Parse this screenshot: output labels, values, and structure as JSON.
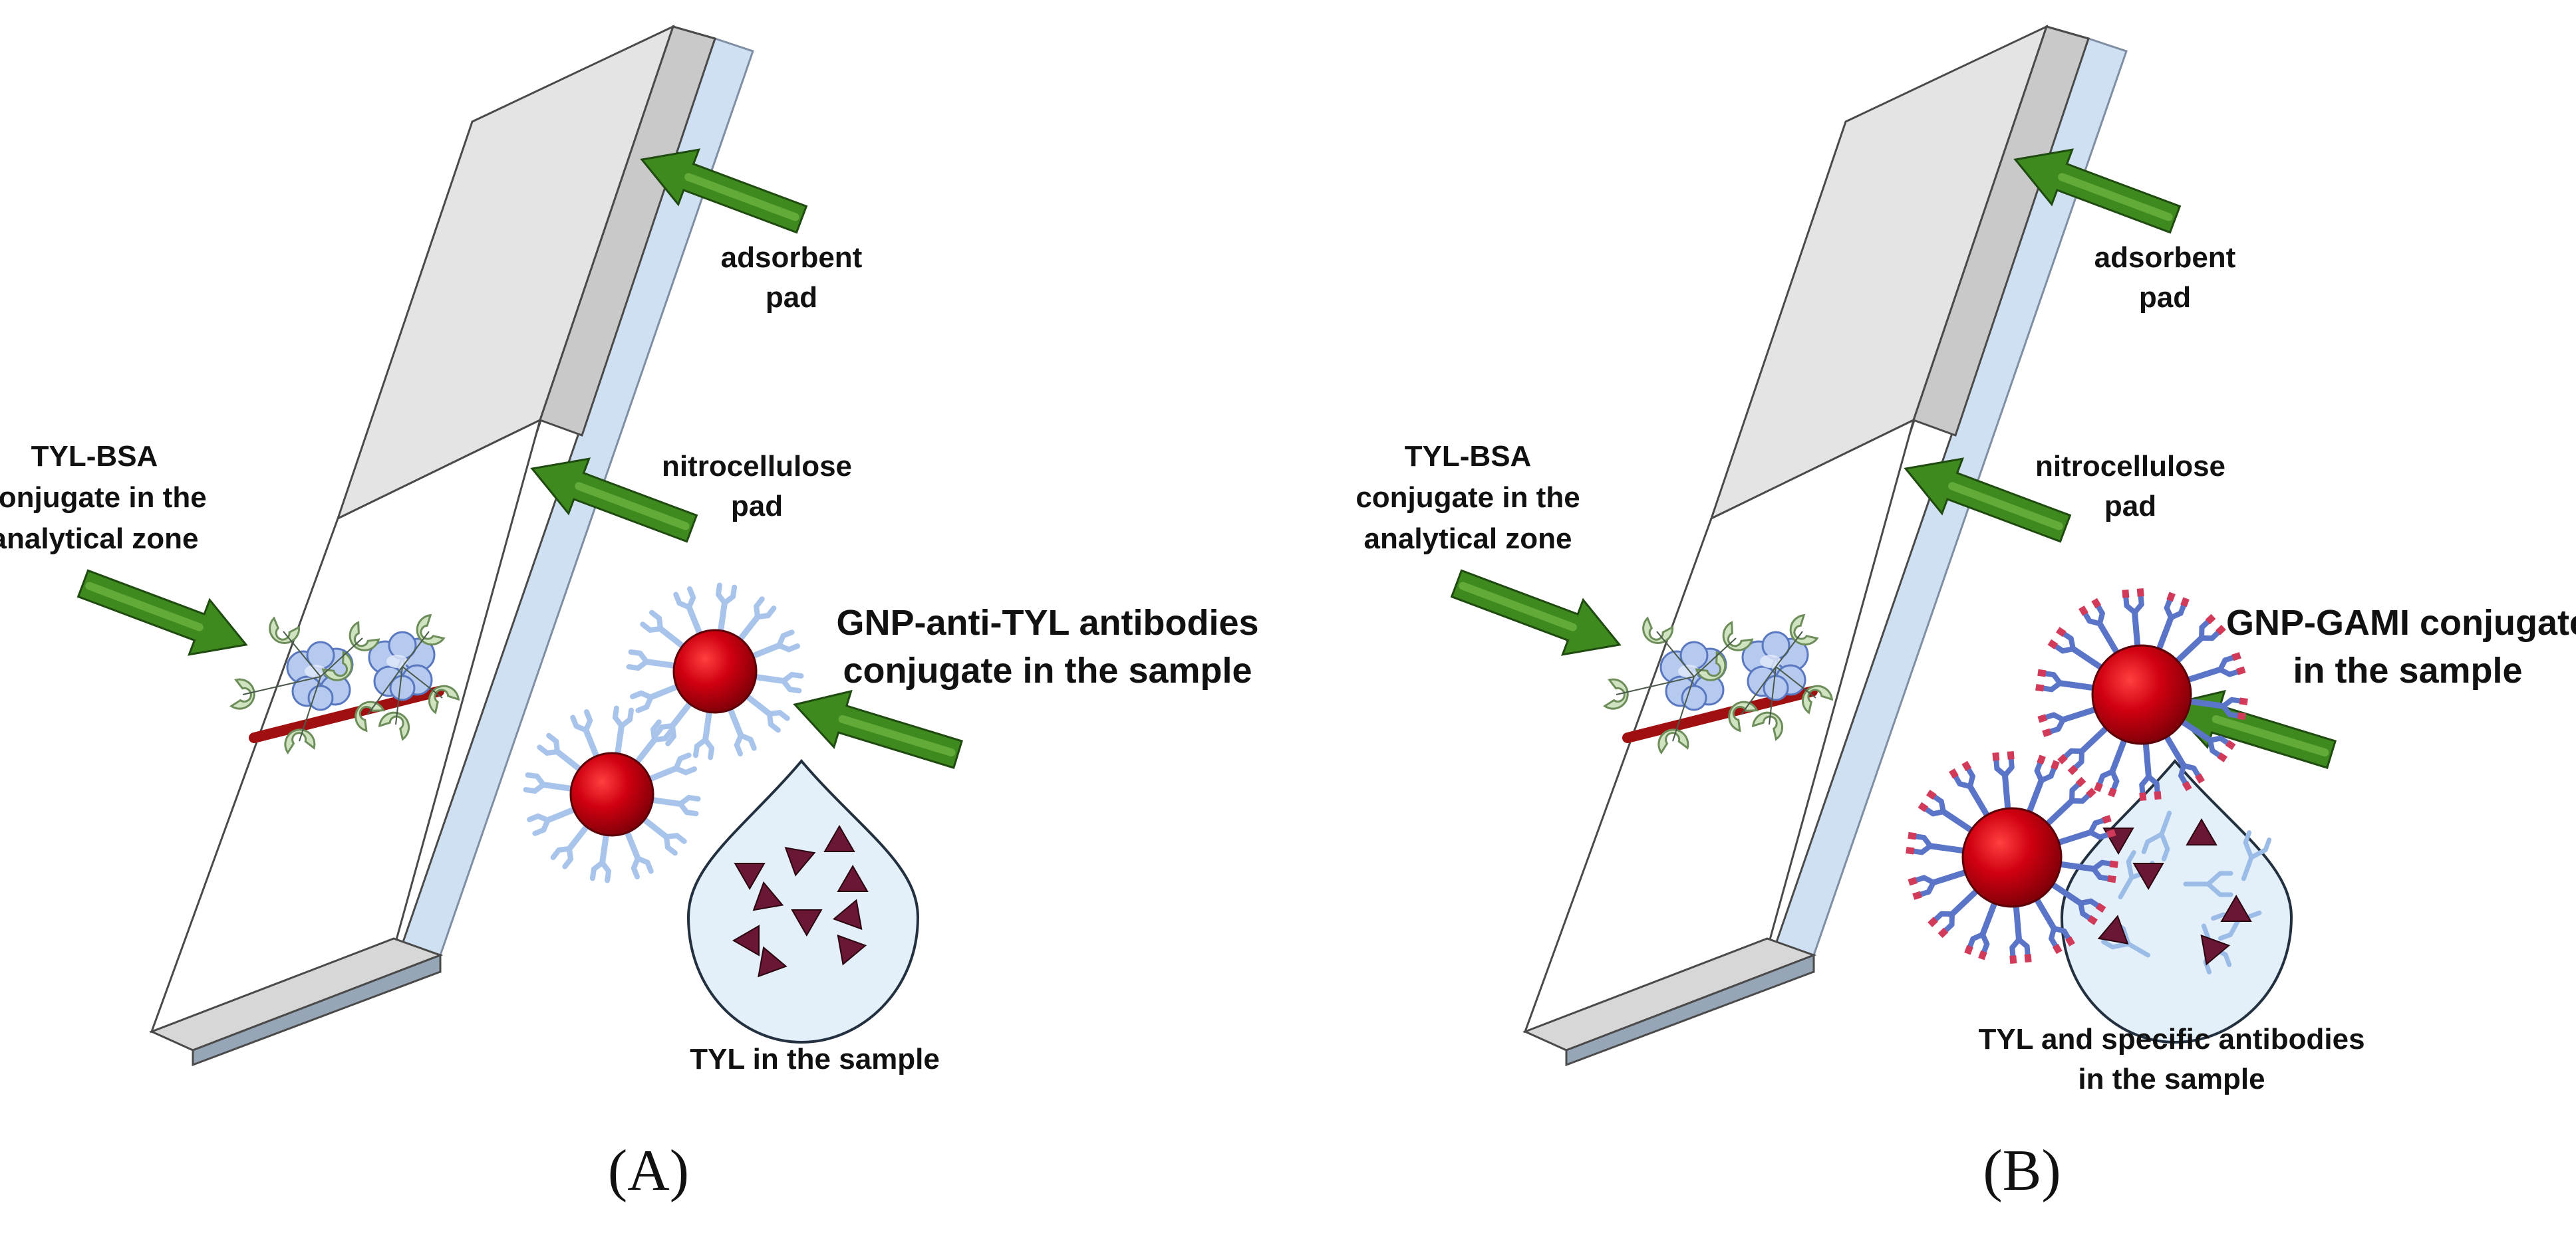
{
  "panels": [
    {
      "panel_label": "(A)",
      "absorbent_label": [
        "adsorbent",
        "pad"
      ],
      "nitro_label": [
        "nitrocellulose",
        "pad"
      ],
      "analytical_label": [
        "TYL-BSA",
        "conjugate in the",
        "analytical zone"
      ],
      "conjugate_label": [
        "GNP-anti-TYL antibodies",
        "conjugate in the sample"
      ],
      "sample_label": [
        "TYL in the sample"
      ]
    },
    {
      "panel_label": "(B)",
      "absorbent_label": [
        "adsorbent",
        "pad"
      ],
      "nitro_label": [
        "nitrocellulose",
        "pad"
      ],
      "analytical_label": [
        "TYL-BSA",
        "conjugate in the",
        "analytical zone"
      ],
      "conjugate_label": [
        "GNP-GAMI conjugate",
        "in the sample"
      ],
      "sample_label": [
        "TYL and specific antibodies",
        "in the sample"
      ]
    }
  ],
  "colors": {
    "gold_nanoparticle": "#c0000d",
    "arrow_green": "#3f8a1f",
    "test_line": "#a01010",
    "bsa_protein": "#b6c9ef",
    "tyl_hapten": "#cfe3c0",
    "antibody_light": "#a8c4ea",
    "antibody_dark": "#5a74c8",
    "antibody_tip": "#d23a5a",
    "sample_drop": "#e3eff9",
    "tyl_triangle": "#6a1735",
    "backing": "#cfe0f2",
    "absorbent": "#e6e6e6"
  }
}
